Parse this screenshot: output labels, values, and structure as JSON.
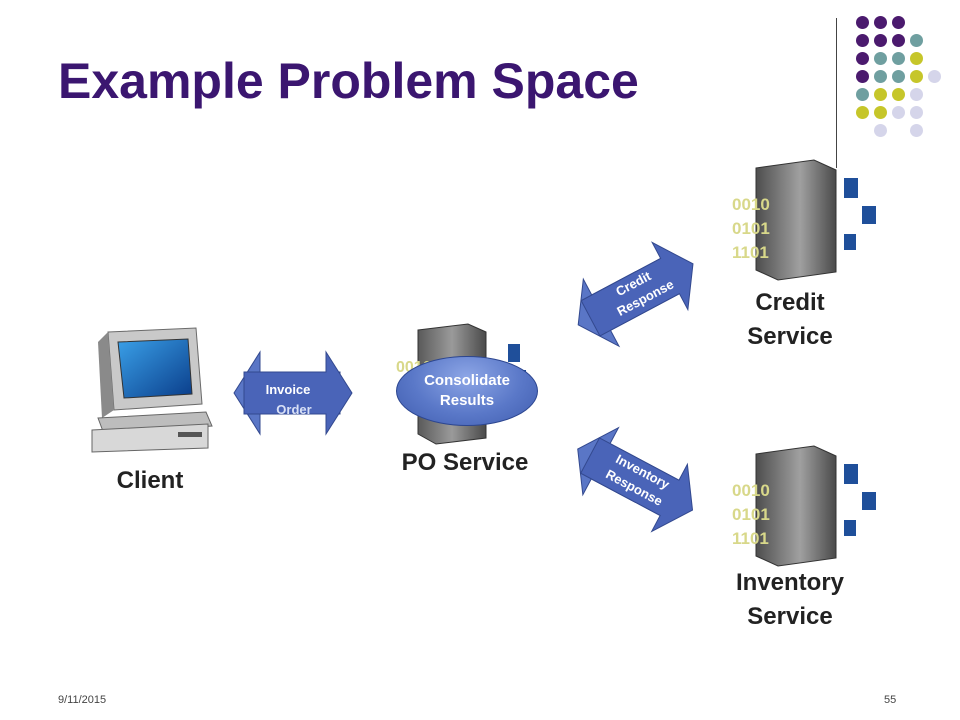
{
  "slide": {
    "title": "Example Problem Space",
    "date": "9/11/2015",
    "page_number": "55"
  },
  "nodes": {
    "client": "Client",
    "po_service": "PO Service",
    "credit_service_line1": "Credit",
    "credit_service_line2": "Service",
    "inventory_service_line1": "Inventory",
    "inventory_service_line2": "Service"
  },
  "arrows": {
    "client_po_front": "Invoice",
    "client_po_back": "Order",
    "credit_line1": "Credit",
    "credit_line2": "Response",
    "inventory_line1": "Inventory",
    "inventory_line2": "Response"
  },
  "consolidate": {
    "line1": "Consolidate",
    "line2": "Results"
  },
  "server_glyphs": [
    "0010",
    "0101",
    "1101"
  ],
  "colors": {
    "title": "#3b1670",
    "arrow_blue": "#4a64b8",
    "dots": [
      "#4b1a6e",
      "#6f9fa0",
      "#c6c62a",
      "#d5d5ea"
    ]
  }
}
